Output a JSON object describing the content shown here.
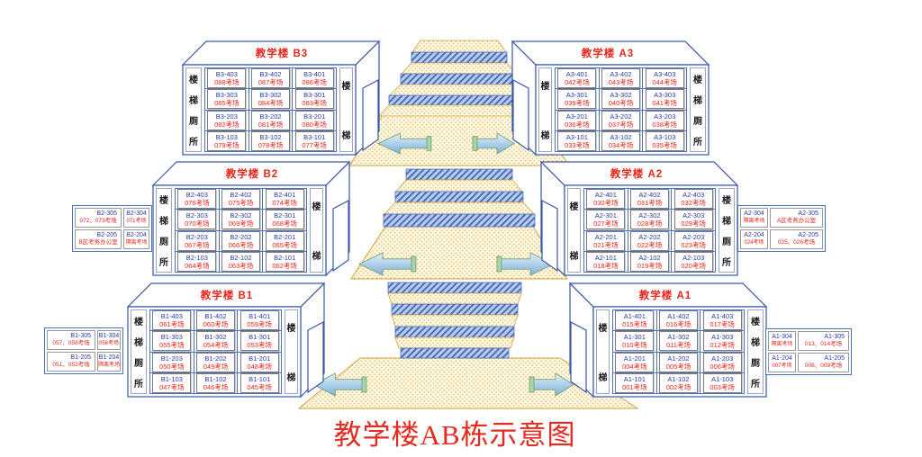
{
  "page_title": "教学楼AB栋示意图",
  "colors": {
    "title_red": "#e62b1e",
    "room_number_blue": "#2b38a8",
    "hall_red": "#e8261d",
    "outline_blue": "#3a57a8",
    "grid_blue": "#4a6fc5",
    "platform_cream": "#fdf8e6",
    "platform_dot_orange": "#e8bd55",
    "step_stripe_blue": "#4d6fb8",
    "arrow_blue": "#aacde8",
    "arrow_green_edge": "#7fa883"
  },
  "buildings": [
    {
      "id": "B3",
      "title": "教学楼 B3",
      "side": "B",
      "left_strip": [
        "楼",
        "梯",
        "厕",
        "所"
      ],
      "right_strip": [
        "楼",
        "梯"
      ],
      "floors": [
        [
          {
            "room": "B3-403",
            "hall": "088考场"
          },
          {
            "room": "B3-402",
            "hall": "087考场"
          },
          {
            "room": "B3-401",
            "hall": "086考场"
          }
        ],
        [
          {
            "room": "B3-303",
            "hall": "085考场"
          },
          {
            "room": "B3-302",
            "hall": "084考场"
          },
          {
            "room": "B3-301",
            "hall": "083考场"
          }
        ],
        [
          {
            "room": "B3-203",
            "hall": "082考场"
          },
          {
            "room": "B3-202",
            "hall": "081考场"
          },
          {
            "room": "B3-201",
            "hall": "080考场"
          }
        ],
        [
          {
            "room": "B3-103",
            "hall": "079考场"
          },
          {
            "room": "B3-102",
            "hall": "078考场"
          },
          {
            "room": "B3-101",
            "hall": "077考场"
          }
        ]
      ]
    },
    {
      "id": "A3",
      "title": "教学楼 A3",
      "side": "A",
      "left_strip": [
        "楼",
        "梯"
      ],
      "right_strip": [
        "楼",
        "梯",
        "厕",
        "所"
      ],
      "floors": [
        [
          {
            "room": "A3-401",
            "hall": "042考场"
          },
          {
            "room": "A3-402",
            "hall": "043考场"
          },
          {
            "room": "A3-403",
            "hall": "044考场"
          }
        ],
        [
          {
            "room": "A3-301",
            "hall": "039考场"
          },
          {
            "room": "A3-302",
            "hall": "040考场"
          },
          {
            "room": "A3-303",
            "hall": "041考场"
          }
        ],
        [
          {
            "room": "A3-201",
            "hall": "036考场"
          },
          {
            "room": "A3-202",
            "hall": "037考场"
          },
          {
            "room": "A3-203",
            "hall": "038考场"
          }
        ],
        [
          {
            "room": "A3-101",
            "hall": "033考场"
          },
          {
            "room": "A3-102",
            "hall": "034考场"
          },
          {
            "room": "A3-103",
            "hall": "035考场"
          }
        ]
      ]
    },
    {
      "id": "B2",
      "title": "教学楼 B2",
      "side": "B",
      "left_strip": [
        "楼",
        "梯",
        "厕",
        "所"
      ],
      "right_strip": [
        "楼",
        "梯"
      ],
      "floors": [
        [
          {
            "room": "B2-403",
            "hall": "076考场"
          },
          {
            "room": "B2-402",
            "hall": "075考场"
          },
          {
            "room": "B2-401",
            "hall": "074考场"
          }
        ],
        [
          {
            "room": "B2-303",
            "hall": "070考场"
          },
          {
            "room": "B2-302",
            "hall": "069考场"
          },
          {
            "room": "B2-301",
            "hall": "068考场"
          }
        ],
        [
          {
            "room": "B2-203",
            "hall": "067考场"
          },
          {
            "room": "B2-202",
            "hall": "066考场"
          },
          {
            "room": "B2-201",
            "hall": "065考场"
          }
        ],
        [
          {
            "room": "B2-103",
            "hall": "064考场"
          },
          {
            "room": "B2-102",
            "hall": "063考场"
          },
          {
            "room": "B2-101",
            "hall": "062考场"
          }
        ]
      ]
    },
    {
      "id": "A2",
      "title": "教学楼 A2",
      "side": "A",
      "left_strip": [
        "楼",
        "梯"
      ],
      "right_strip": [
        "楼",
        "梯",
        "厕",
        "所"
      ],
      "floors": [
        [
          {
            "room": "A2-401",
            "hall": "030考场"
          },
          {
            "room": "A2-402",
            "hall": "031考场"
          },
          {
            "room": "A2-403",
            "hall": "032考场"
          }
        ],
        [
          {
            "room": "A2-301",
            "hall": "027考场"
          },
          {
            "room": "A2-302",
            "hall": "028考场"
          },
          {
            "room": "A2-303",
            "hall": "029考场"
          }
        ],
        [
          {
            "room": "A2-201",
            "hall": "021考场"
          },
          {
            "room": "A2-202",
            "hall": "022考场"
          },
          {
            "room": "A2-203",
            "hall": "023考场"
          }
        ],
        [
          {
            "room": "A2-101",
            "hall": "018考场"
          },
          {
            "room": "A2-102",
            "hall": "019考场"
          },
          {
            "room": "A2-103",
            "hall": "020考场"
          }
        ]
      ]
    },
    {
      "id": "B1",
      "title": "教学楼 B1",
      "side": "B",
      "left_strip": [
        "楼",
        "梯",
        "厕",
        "所"
      ],
      "right_strip": [
        "楼",
        "梯"
      ],
      "floors": [
        [
          {
            "room": "B1-403",
            "hall": "061考场"
          },
          {
            "room": "B1-402",
            "hall": "060考场"
          },
          {
            "room": "B1-401",
            "hall": "059考场"
          }
        ],
        [
          {
            "room": "B1-303",
            "hall": "055考场"
          },
          {
            "room": "B1-302",
            "hall": "054考场"
          },
          {
            "room": "B1-301",
            "hall": "053考场"
          }
        ],
        [
          {
            "room": "B1-203",
            "hall": "050考场"
          },
          {
            "room": "B1-202",
            "hall": "049考场"
          },
          {
            "room": "B1-201",
            "hall": "048考场"
          }
        ],
        [
          {
            "room": "B1-103",
            "hall": "047考场"
          },
          {
            "room": "B1-102",
            "hall": "046考场"
          },
          {
            "room": "B1-101",
            "hall": "045考场"
          }
        ]
      ]
    },
    {
      "id": "A1",
      "title": "教学楼 A1",
      "side": "A",
      "left_strip": [
        "楼",
        "梯"
      ],
      "right_strip": [
        "楼",
        "梯",
        "厕",
        "所"
      ],
      "floors": [
        [
          {
            "room": "A1-401",
            "hall": "015考场"
          },
          {
            "room": "A1-402",
            "hall": "016考场"
          },
          {
            "room": "A1-403",
            "hall": "017考场"
          }
        ],
        [
          {
            "room": "A1-301",
            "hall": "010考场"
          },
          {
            "room": "A1-302",
            "hall": "011考场"
          },
          {
            "room": "A1-303",
            "hall": "012考场"
          }
        ],
        [
          {
            "room": "A1-201",
            "hall": "004考场"
          },
          {
            "room": "A1-202",
            "hall": "005考场"
          },
          {
            "room": "A1-203",
            "hall": "006考场"
          }
        ],
        [
          {
            "room": "A1-101",
            "hall": "001考场"
          },
          {
            "room": "A1-102",
            "hall": "002考场"
          },
          {
            "room": "A1-103",
            "hall": "003考场"
          }
        ]
      ]
    }
  ],
  "annexes": [
    {
      "building": "B2",
      "rows": [
        [
          {
            "room": "B2-305",
            "label": "072、073考场",
            "wide": true
          },
          {
            "room": "B2-304",
            "label": "071考场",
            "wide": false
          }
        ],
        [
          {
            "room": "B2-205",
            "label": "B区考务办公室",
            "wide": true
          },
          {
            "room": "B2-204",
            "label": "隔离考场",
            "wide": false
          }
        ]
      ]
    },
    {
      "building": "A2",
      "rows": [
        [
          {
            "room": "A2-304",
            "label": "隔离考场",
            "wide": false
          },
          {
            "room": "A2-305",
            "label": "A区考务办公室",
            "wide": true
          }
        ],
        [
          {
            "room": "A2-204",
            "label": "024考场",
            "wide": false
          },
          {
            "room": "A2-205",
            "label": "025、026考场",
            "wide": true
          }
        ]
      ]
    },
    {
      "building": "B1",
      "rows": [
        [
          {
            "room": "B1-305",
            "label": "057、058考场",
            "wide": true
          },
          {
            "room": "B1-304",
            "label": "056考场",
            "wide": false
          }
        ],
        [
          {
            "room": "B1-205",
            "label": "051、052考场",
            "wide": true
          },
          {
            "room": "B1-204",
            "label": "隔离考场",
            "wide": false
          }
        ]
      ]
    },
    {
      "building": "A1",
      "rows": [
        [
          {
            "room": "A1-304",
            "label": "隔离考场",
            "wide": false
          },
          {
            "room": "A1-305",
            "label": "013、014考场",
            "wide": true
          }
        ],
        [
          {
            "room": "A1-204",
            "label": "007考场",
            "wide": false
          },
          {
            "room": "A1-205",
            "label": "008、009考场",
            "wide": true
          }
        ]
      ]
    }
  ]
}
